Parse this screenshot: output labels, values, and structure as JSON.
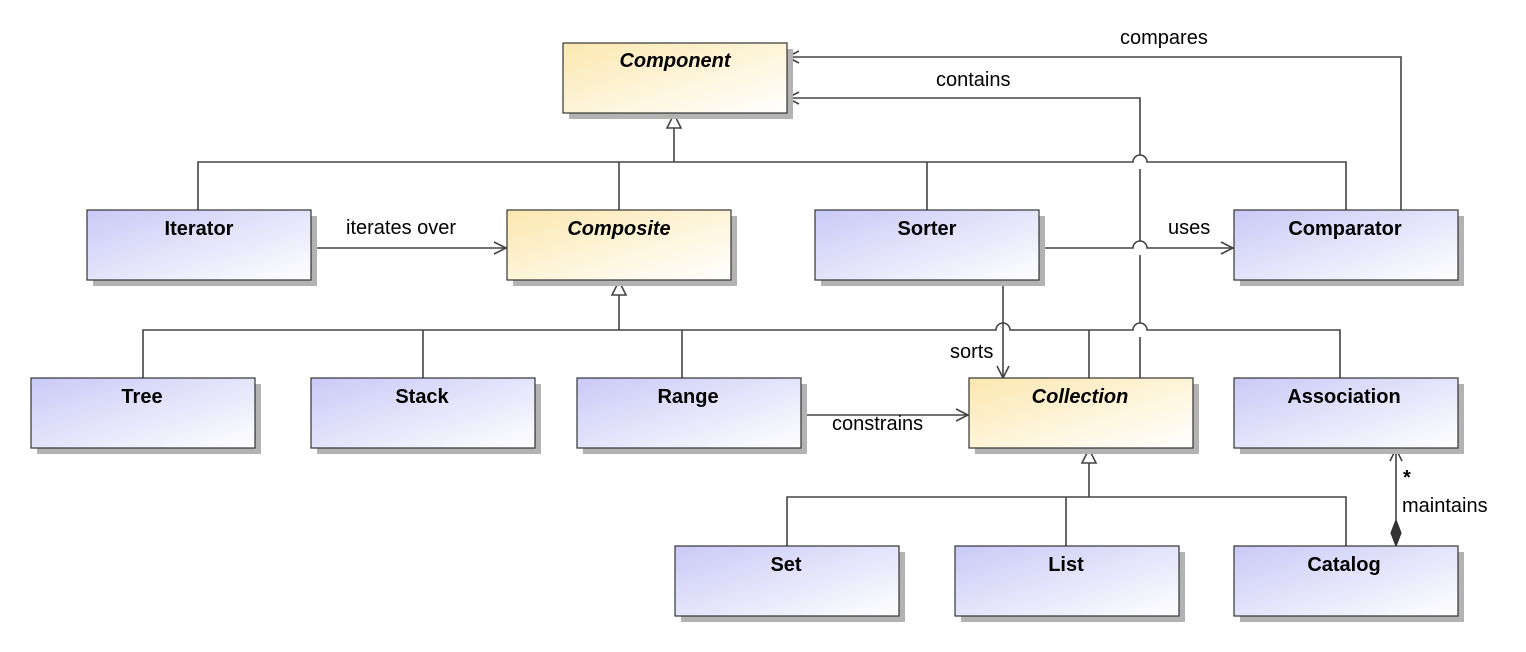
{
  "colors": {
    "abstract_fill_start": "#fbe8b0",
    "abstract_fill_end": "#ffffff",
    "concrete_fill_start": "#c9c9f7",
    "concrete_fill_end": "#ffffff",
    "border": "#333333",
    "shadow": "#b0b0b0"
  },
  "classes": {
    "component": {
      "name": "Component",
      "abstract": true
    },
    "iterator": {
      "name": "Iterator",
      "abstract": false
    },
    "composite": {
      "name": "Composite",
      "abstract": true
    },
    "sorter": {
      "name": "Sorter",
      "abstract": false
    },
    "comparator": {
      "name": "Comparator",
      "abstract": false
    },
    "tree": {
      "name": "Tree",
      "abstract": false
    },
    "stack": {
      "name": "Stack",
      "abstract": false
    },
    "range": {
      "name": "Range",
      "abstract": false
    },
    "collection": {
      "name": "Collection",
      "abstract": true
    },
    "association": {
      "name": "Association",
      "abstract": false
    },
    "set": {
      "name": "Set",
      "abstract": false
    },
    "list": {
      "name": "List",
      "abstract": false
    },
    "catalog": {
      "name": "Catalog",
      "abstract": false
    }
  },
  "relations": {
    "compares": "compares",
    "contains": "contains",
    "iterates_over": "iterates over",
    "uses": "uses",
    "sorts": "sorts",
    "constrains": "constrains",
    "maintains": "maintains",
    "maintains_multiplicity": "*"
  }
}
